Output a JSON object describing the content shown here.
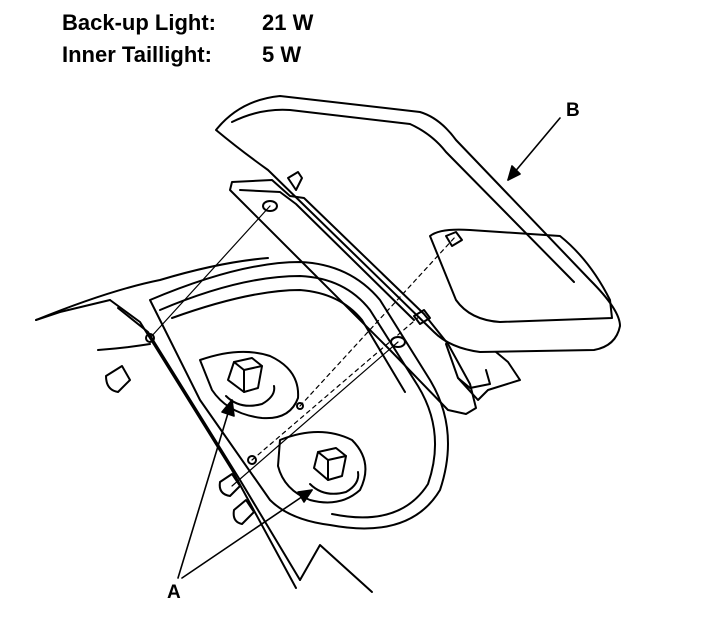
{
  "specs": [
    {
      "label": "Back-up Light:",
      "value": "21 W"
    },
    {
      "label": "Inner Taillight:",
      "value": "5 W"
    }
  ],
  "callouts": {
    "a": "A",
    "b": "B"
  },
  "colors": {
    "ink": "#000000",
    "paper": "#ffffff"
  }
}
